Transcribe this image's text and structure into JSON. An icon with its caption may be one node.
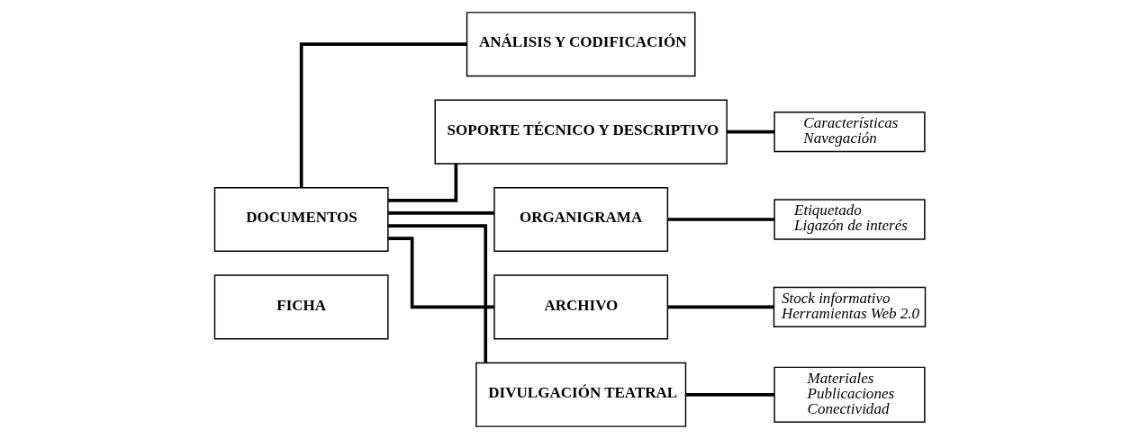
{
  "diagram": {
    "nodes": [
      {
        "text": [
          "DOCUMENTOS"
        ]
      },
      {
        "text": [
          "FICHA"
        ]
      },
      {
        "text": [
          "ANÁLISIS Y CODIFICACIÓN"
        ]
      },
      {
        "text": [
          "SOPORTE TÉCNICO Y DESCRIPTIVO"
        ]
      },
      {
        "text": [
          "Características",
          "Navegación"
        ]
      },
      {
        "text": [
          "ORGANIGRAMA"
        ]
      },
      {
        "text": [
          "Etiquetado",
          "Ligazón de interés"
        ]
      },
      {
        "text": [
          "ARCHIVO"
        ]
      },
      {
        "text": [
          "Stock informativo",
          "Herramientas Web 2.0"
        ]
      },
      {
        "text": [
          "DIVULGACIÓN TEATRAL"
        ]
      },
      {
        "text": [
          "Materiales",
          "Publicaciones",
          "Conectividad"
        ]
      }
    ],
    "edges": [
      {
        "from": 0,
        "to": 2,
        "arrow": "none"
      },
      {
        "from": 0,
        "to": 3,
        "arrow": "none"
      },
      {
        "from": 0,
        "to": 5,
        "arrow": "none"
      },
      {
        "from": 0,
        "to": 7,
        "arrow": "none"
      },
      {
        "from": 0,
        "to": 9,
        "arrow": "none"
      },
      {
        "from": 3,
        "to": 4,
        "arrow": "none"
      },
      {
        "from": 5,
        "to": 6,
        "arrow": "none"
      },
      {
        "from": 7,
        "to": 8,
        "arrow": "none"
      },
      {
        "from": 9,
        "to": 10,
        "arrow": "none"
      }
    ]
  }
}
